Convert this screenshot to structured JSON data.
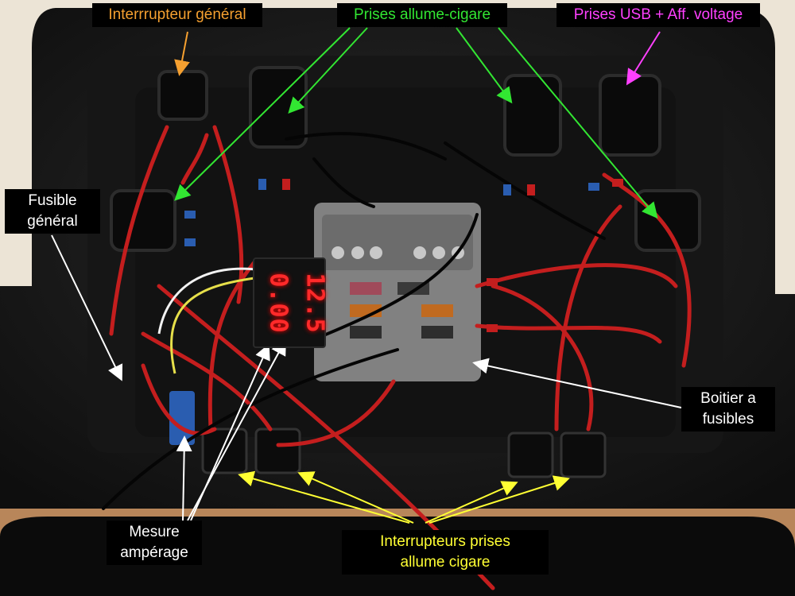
{
  "image": {
    "alt": "Photo of an open black plastic case wired as a 12V power box with fuse block, sockets and switches",
    "colors": {
      "orange": "#f5a030",
      "green": "#32e632",
      "magenta": "#ff40ff",
      "white": "#ffffff",
      "yellow": "#ffff33",
      "label_bg": "#000000",
      "wire_red": "#c41e1e",
      "case": "#1b1b1b",
      "floor": "#b8865a",
      "wall": "#ece4d6"
    }
  },
  "display": {
    "top_value": "12.5",
    "bottom_value": "0.00"
  },
  "labels": {
    "interrupteur_general": "Interrrupteur général",
    "prises_allume_cigare": "Prises allume-cigare",
    "prises_usb": "Prises USB + Aff. voltage",
    "fusible_general": {
      "line1": "Fusible",
      "line2": "général"
    },
    "boitier_fusibles": {
      "line1": "Boitier a",
      "line2": "fusibles"
    },
    "mesure_amperage": {
      "line1": "Mesure",
      "line2": "ampérage"
    },
    "interrupteurs_prises": {
      "line1": "Interrupteurs prises",
      "line2": "allume cigare"
    }
  }
}
